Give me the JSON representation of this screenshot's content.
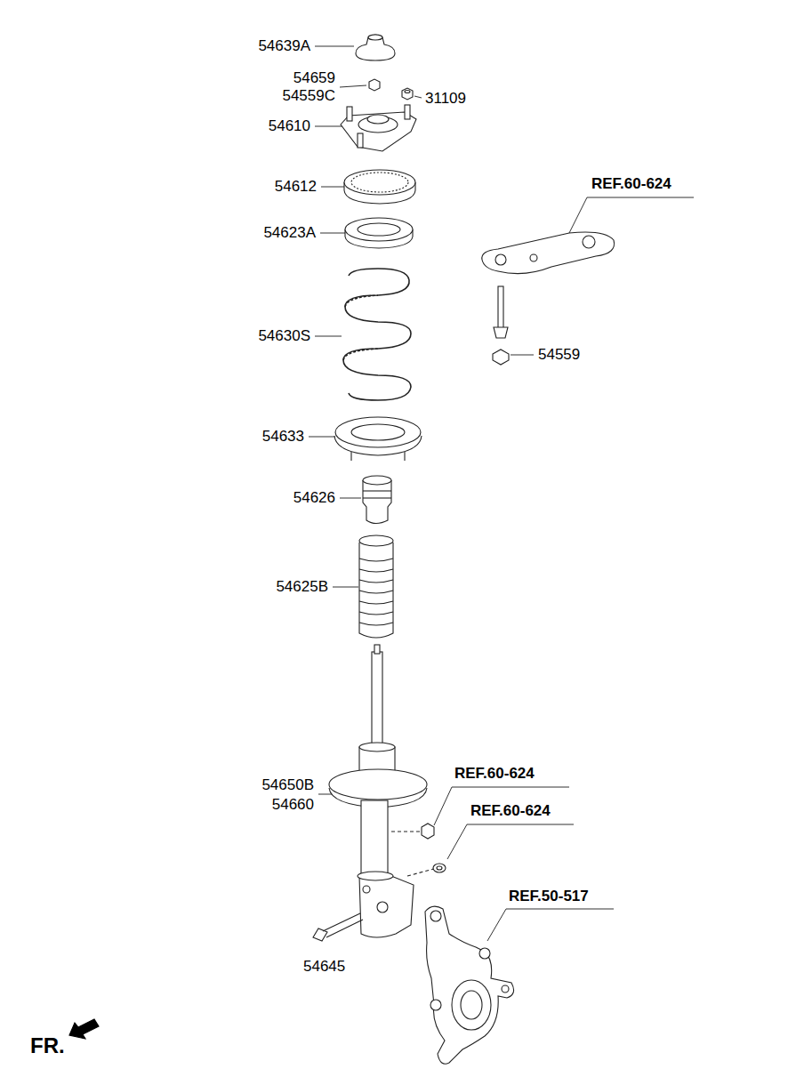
{
  "diagram": {
    "labels": [
      "54639A",
      "54659",
      "54559C",
      "31109",
      "54610",
      "54612",
      "54623A",
      "REF.60-624",
      "54630S",
      "54559",
      "54633",
      "54626",
      "54625B",
      "54650B",
      "54660",
      "REF.60-624",
      "REF.60-624",
      "REF.50-517",
      "54645",
      "FR."
    ]
  }
}
